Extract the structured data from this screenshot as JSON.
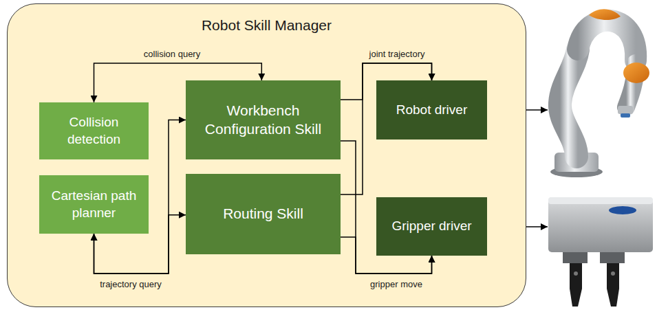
{
  "diagram": {
    "nodes": [
      {
        "text": [
          "Robot Skill Manager"
        ]
      },
      {
        "text": [
          "Collision detection"
        ],
        "in": 0
      },
      {
        "text": [
          "Cartesian path planner"
        ],
        "in": 0
      },
      {
        "text": [
          "Workbench Configuration Skill"
        ],
        "in": 0
      },
      {
        "text": [
          "Routing Skill"
        ],
        "in": 0
      },
      {
        "text": [
          "Robot driver"
        ],
        "in": 0
      },
      {
        "text": [
          "Gripper driver"
        ],
        "in": 0
      }
    ],
    "edges": [
      {
        "from": 1,
        "to": 3,
        "arrow": "both",
        "label": "collision query"
      },
      {
        "from": 2,
        "to": 3,
        "arrow": "both",
        "label": "trajectory query"
      },
      {
        "from": 2,
        "to": 4,
        "arrow": "both"
      },
      {
        "from": 3,
        "to": 5,
        "arrow": "to",
        "label": "joint trajectory"
      },
      {
        "from": 4,
        "to": 5,
        "arrow": "to"
      },
      {
        "from": 3,
        "to": 6,
        "arrow": "to",
        "label": "gripper move"
      },
      {
        "from": 4,
        "to": 6,
        "arrow": "to"
      }
    ]
  }
}
